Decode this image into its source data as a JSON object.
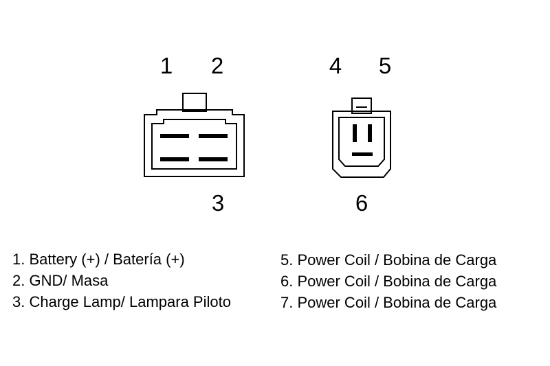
{
  "pin_labels": {
    "p1": "1",
    "p2": "2",
    "p3": "3",
    "p4": "4",
    "p5": "5",
    "p6": "6"
  },
  "legend": {
    "left": [
      "1. Battery (+) / Batería (+)",
      "2. GND/ Masa",
      "3. Charge Lamp/ Lampara Piloto"
    ],
    "right": [
      "5. Power Coil / Bobina de Carga",
      "6. Power Coil / Bobina de Carga",
      "7. Power Coil / Bobina de Carga"
    ]
  },
  "colors": {
    "line": "#000000",
    "background": "#ffffff"
  }
}
